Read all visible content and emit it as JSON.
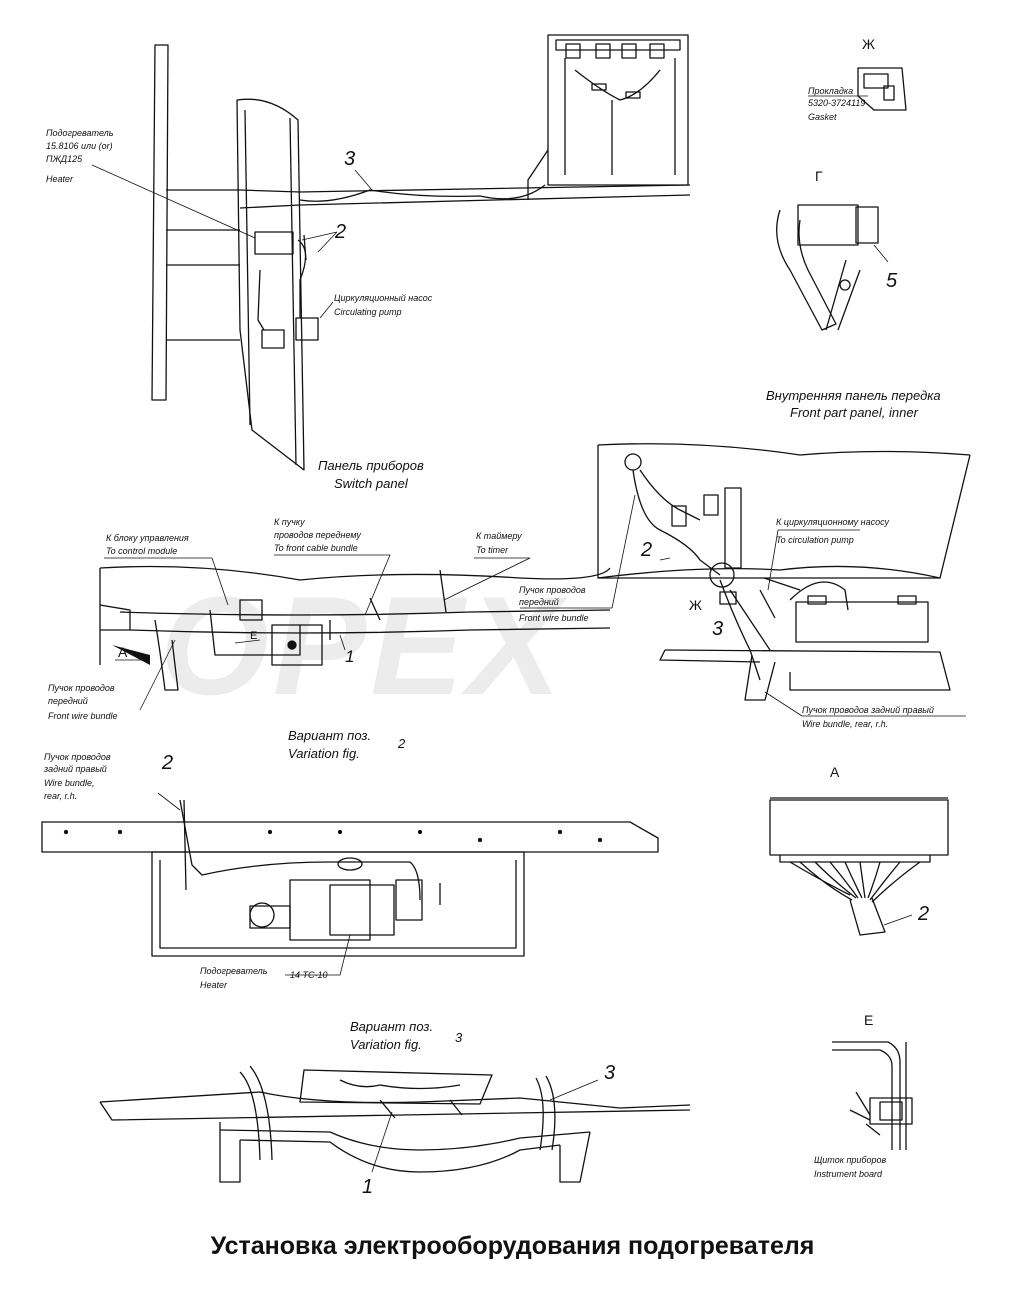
{
  "watermark": "OPEX",
  "title": "Установка электрооборудования подогревателя",
  "views": {
    "zh": "Ж",
    "g": "Г",
    "a": "А",
    "e": "Е",
    "zh_mark": "Ж",
    "e_mark": "Е",
    "a_mark": "А"
  },
  "labels": {
    "heater_top_ru": "Подогреватель",
    "heater_top_code": "15.8106 или (or)",
    "heater_top_code2": "ПЖД125",
    "heater_top_en": "Heater",
    "pump_ru": "Циркуляционный насос",
    "pump_en": "Circulating pump",
    "gasket_ru": "Прокладка",
    "gasket_code": "5320-3724119",
    "gasket_en": "Gasket",
    "inner_panel_ru": "Внутренняя панель передка",
    "inner_panel_en": "Front part panel, inner",
    "switch_panel_ru": "Панель приборов",
    "switch_panel_en": "Switch panel",
    "control_ru": "К блоку управления",
    "control_en": "To control module",
    "front_cable_ru1": "К пучку",
    "front_cable_ru2": "проводов переднему",
    "front_cable_en": "To front cable bundle",
    "timer_ru": "К таймеру",
    "timer_en": "To timer",
    "circ_ru": "К циркуляционному насосу",
    "circ_en": "To circulation pump",
    "front_wire_r_ru1": "Пучок проводов",
    "front_wire_r_ru2": "передний",
    "front_wire_r_en": "Front wire bundle",
    "front_wire_l_ru1": "Пучок проводов",
    "front_wire_l_ru2": "передний",
    "front_wire_l_en": "Front wire bundle",
    "rear_rh_ru": "Пучок проводов задний правый",
    "rear_rh_en": "Wire bundle, rear, r.h.",
    "var2_ru": "Вариант поз.",
    "var2_en": "Variation fig.",
    "var2_num": "2",
    "rear2_ru1": "Пучок проводов",
    "rear2_ru2": "задний правый",
    "rear2_en1": "Wire bundle,",
    "rear2_en2": "rear, r.h.",
    "heater_bot_ru": "Подогреватель",
    "heater_bot_code": "14 ТС-10",
    "heater_bot_en": "Heater",
    "var3_ru": "Вариант поз.",
    "var3_en": "Variation fig.",
    "var3_num": "3",
    "instr_ru": "Щиток приборов",
    "instr_en": "Instrument board"
  },
  "callouts": {
    "c3_top": "3",
    "c2_top": "2",
    "c5": "5",
    "c2_mid": "2",
    "c3_mid": "3",
    "c1_mid": "1",
    "c2_var": "2",
    "c2_a": "2",
    "c3_bot": "3",
    "c1_bot": "1"
  }
}
